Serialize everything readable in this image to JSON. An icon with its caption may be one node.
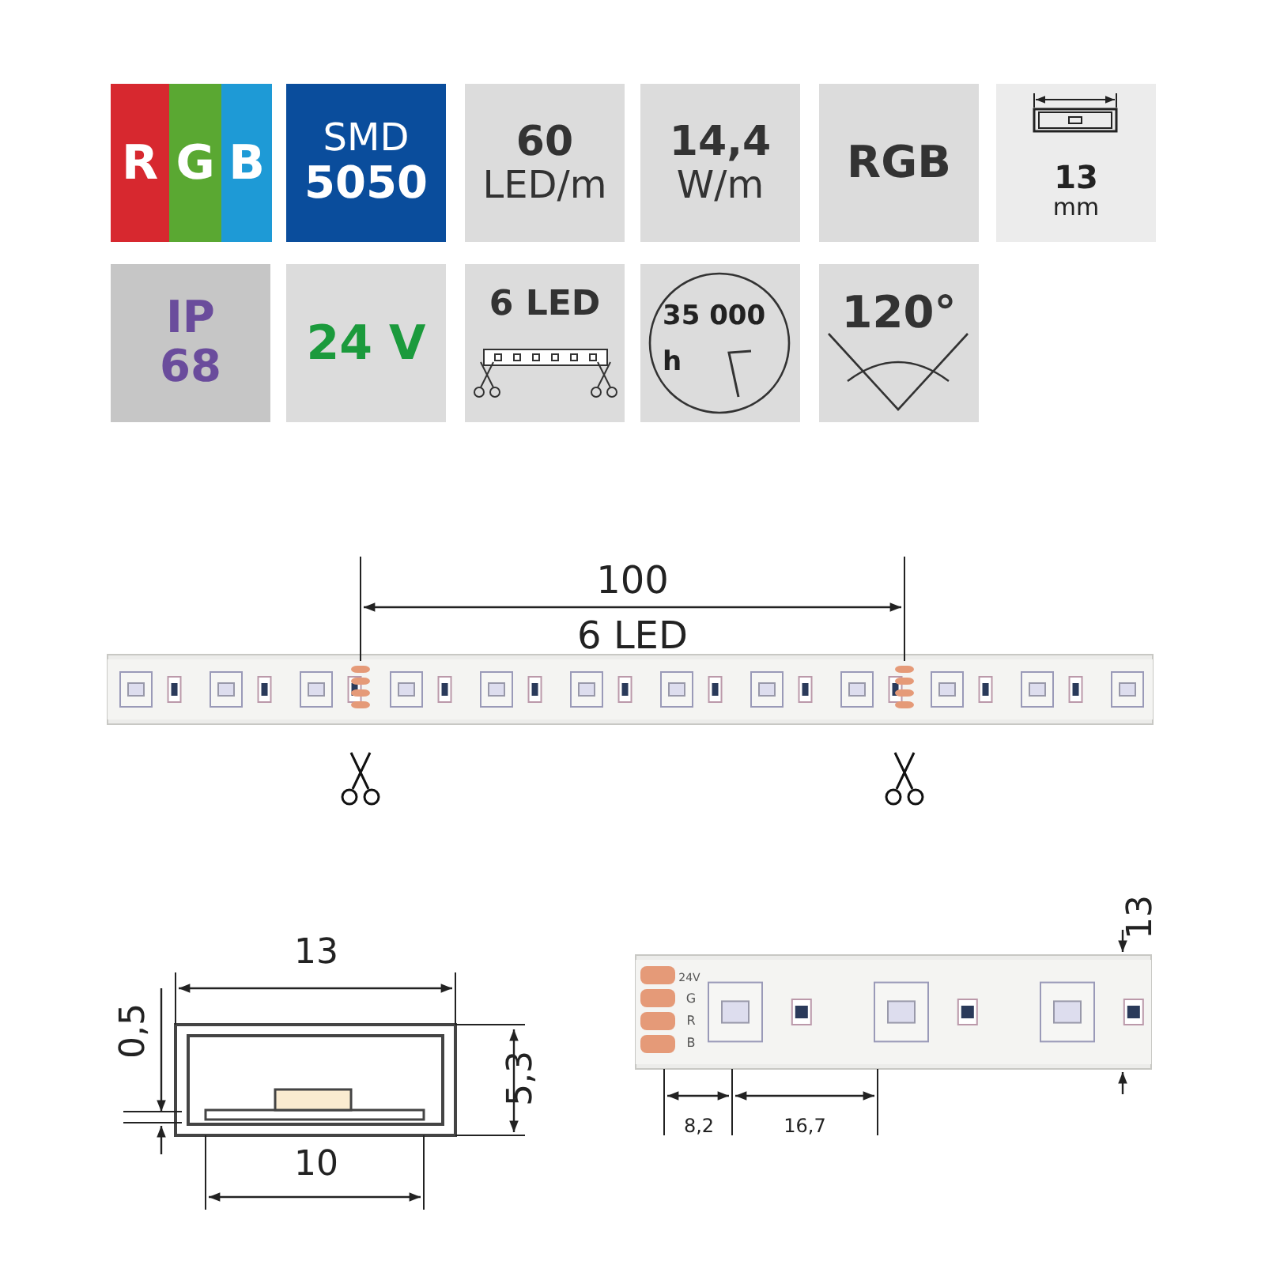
{
  "diagram": {
    "nodes": [
      {
        "text": [
          "R"
        ]
      },
      {
        "text": [
          "G"
        ]
      },
      {
        "text": [
          "B"
        ]
      },
      {
        "text": [
          "SMD",
          "5050"
        ]
      },
      {
        "text": [
          "60",
          "LED/m"
        ]
      },
      {
        "text": [
          "14,4",
          "W/m"
        ]
      },
      {
        "text": [
          "RGB"
        ]
      },
      {
        "text": [
          "13",
          "mm"
        ]
      },
      {
        "text": [
          "IP",
          "68"
        ]
      },
      {
        "text": [
          "24 V"
        ]
      },
      {
        "text": [
          "6 LED"
        ]
      },
      {
        "text": [
          "35 000",
          "h"
        ]
      },
      {
        "text": [
          "120°"
        ]
      }
    ],
    "labels": [
      "100",
      "6 LED",
      "13",
      "13",
      "0,5",
      "5,3",
      "24V",
      "G",
      "R",
      "B",
      "10",
      "8,2",
      "16,7"
    ]
  }
}
